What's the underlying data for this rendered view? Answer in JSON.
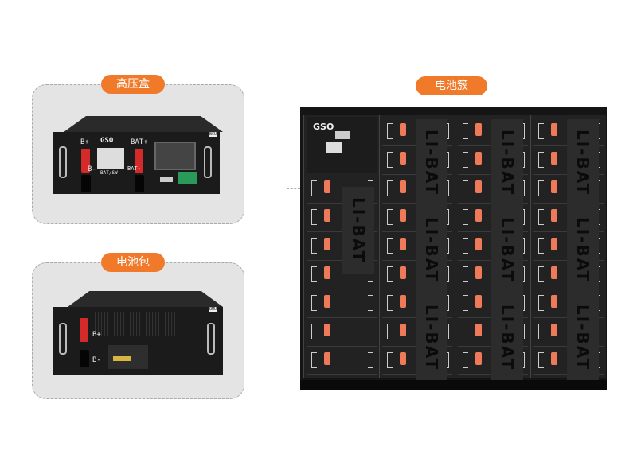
{
  "labels": {
    "hv_box": "高压盒",
    "battery_pack": "电池包",
    "battery_cluster": "电池簇"
  },
  "hv_box": {
    "logo": "GSO",
    "b_plus": "B+",
    "b_minus": "B-",
    "bat_plus": "BAT+",
    "bat_minus": "BAT-",
    "switch": "BAT/SW",
    "tag": "BCU"
  },
  "pack": {
    "b_plus": "B+",
    "b_minus": "B-",
    "tag": "BMU"
  },
  "cluster": {
    "logo": "GSO",
    "brand": "LI-BAT"
  },
  "colors": {
    "accent": "#f07a2a",
    "card": "#e4e4e4"
  }
}
